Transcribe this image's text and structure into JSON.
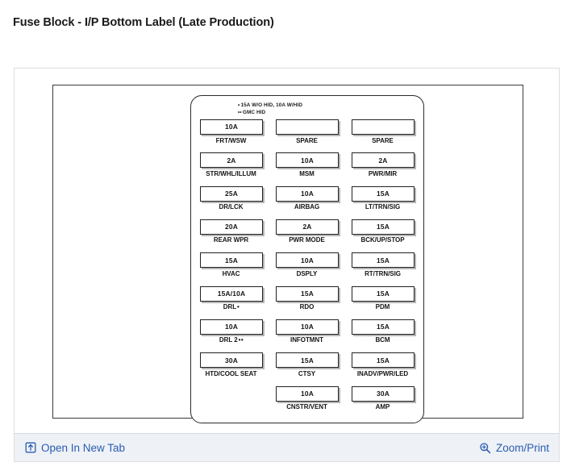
{
  "page": {
    "title": "Fuse Block - I/P Bottom Label (Late Production)"
  },
  "diagram": {
    "legend": [
      {
        "marker": "•",
        "text": "15A W/O HID, 10A W/HID"
      },
      {
        "marker": "••",
        "text": "GMC HID"
      }
    ],
    "columns": [
      {
        "name": "column-1",
        "fuses": [
          {
            "amp": "10A",
            "label": "FRT/WSW",
            "mark": ""
          },
          {
            "amp": "2A",
            "label": "STR/WHL/ILLUM",
            "mark": ""
          },
          {
            "amp": "25A",
            "label": "DR/LCK",
            "mark": ""
          },
          {
            "amp": "20A",
            "label": "REAR WPR",
            "mark": ""
          },
          {
            "amp": "15A",
            "label": "HVAC",
            "mark": ""
          },
          {
            "amp": "15A/10A",
            "label": "DRL",
            "mark": "•"
          },
          {
            "amp": "10A",
            "label": "DRL 2",
            "mark": "••"
          },
          {
            "amp": "30A",
            "label": "HTD/COOL SEAT",
            "mark": ""
          }
        ]
      },
      {
        "name": "column-2",
        "fuses": [
          {
            "amp": "",
            "label": "SPARE",
            "mark": ""
          },
          {
            "amp": "10A",
            "label": "MSM",
            "mark": ""
          },
          {
            "amp": "10A",
            "label": "AIRBAG",
            "mark": ""
          },
          {
            "amp": "2A",
            "label": "PWR MODE",
            "mark": ""
          },
          {
            "amp": "10A",
            "label": "DSPLY",
            "mark": ""
          },
          {
            "amp": "15A",
            "label": "RDO",
            "mark": ""
          },
          {
            "amp": "10A",
            "label": "INFOTMNT",
            "mark": ""
          },
          {
            "amp": "15A",
            "label": "CTSY",
            "mark": ""
          },
          {
            "amp": "10A",
            "label": "CNSTR/VENT",
            "mark": ""
          }
        ]
      },
      {
        "name": "column-3",
        "fuses": [
          {
            "amp": "",
            "label": "SPARE",
            "mark": ""
          },
          {
            "amp": "2A",
            "label": "PWR/MIR",
            "mark": ""
          },
          {
            "amp": "15A",
            "label": "LT/TRN/SIG",
            "mark": ""
          },
          {
            "amp": "15A",
            "label": "BCK/UP/STOP",
            "mark": ""
          },
          {
            "amp": "15A",
            "label": "RT/TRN/SIG",
            "mark": ""
          },
          {
            "amp": "15A",
            "label": "PDM",
            "mark": ""
          },
          {
            "amp": "15A",
            "label": "BCM",
            "mark": ""
          },
          {
            "amp": "15A",
            "label": "INADV/PWR/LED",
            "mark": ""
          },
          {
            "amp": "30A",
            "label": "AMP",
            "mark": ""
          }
        ]
      }
    ]
  },
  "footer": {
    "open_new_tab_label": "Open In New Tab",
    "zoom_print_label": "Zoom/Print",
    "link_color": "#2a5db0"
  }
}
